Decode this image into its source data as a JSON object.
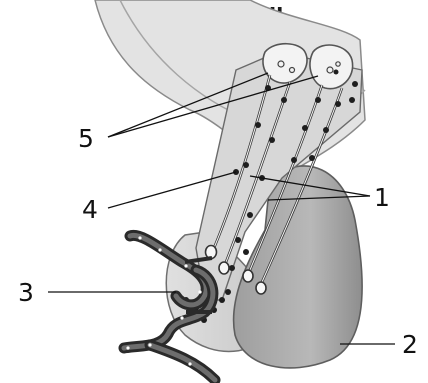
{
  "title": "الوطاء",
  "labels": [
    "5",
    "4",
    "1",
    "3",
    "2"
  ]
}
